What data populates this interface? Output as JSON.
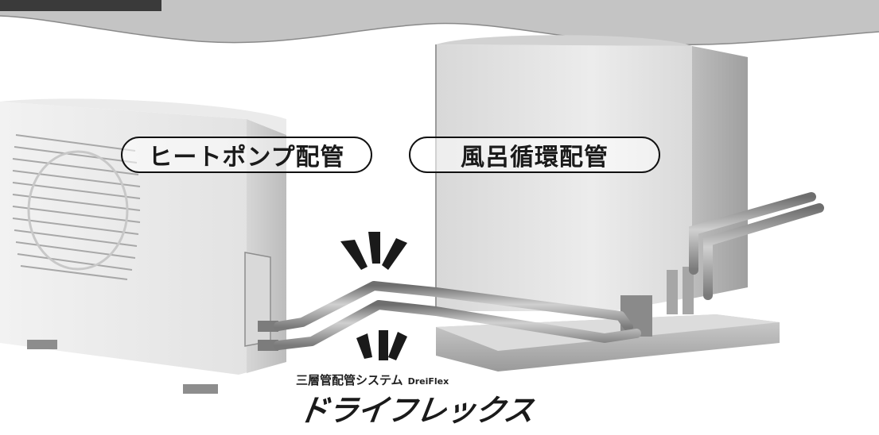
{
  "labels": {
    "heat_pump_piping": "ヒートポンプ配管",
    "bath_circulation_piping": "風呂循環配管"
  },
  "logo": {
    "subtitle_jp": "三層管配管システム",
    "subtitle_en": "DreiFlex",
    "name_jp": "ドライフレックス"
  },
  "colors": {
    "background": "#ffffff",
    "header_block": "#3a3a3a",
    "pipe": "#9a9a9a",
    "unit_body": "#e6e6e6"
  }
}
